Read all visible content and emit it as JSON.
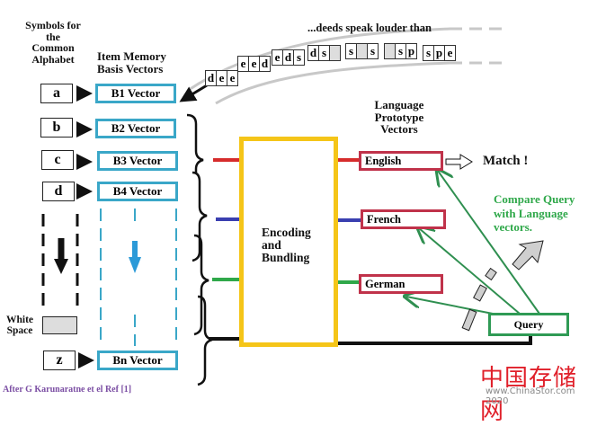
{
  "headers": {
    "symbols": "Symbols for the Common Alphabet",
    "item_memory": "Item Memory Basis Vectors",
    "language_prototype": "Language Prototype Vectors"
  },
  "text_stream": {
    "phrase": "...deeds speak louder than",
    "ngrams": [
      [
        "d",
        "e",
        "e"
      ],
      [
        "e",
        "e",
        "d"
      ],
      [
        "e",
        "d",
        "s"
      ],
      [
        "d",
        "s",
        " "
      ],
      [
        "s",
        " ",
        "s"
      ],
      [
        " ",
        "s",
        "p"
      ],
      [
        "s",
        "p",
        "e"
      ]
    ]
  },
  "symbols": [
    "a",
    "b",
    "c",
    "d",
    "z"
  ],
  "white_space_label": "White Space",
  "vectors": [
    "B1 Vector",
    "B2 Vector",
    "B3 Vector",
    "B4 Vector",
    "Bn Vector"
  ],
  "encoder": {
    "label": "Encoding and Bundling",
    "border_color": "#f5c518"
  },
  "languages": [
    {
      "name": "English",
      "line_color": "#d62c2c"
    },
    {
      "name": "French",
      "line_color": "#3a3fb0"
    },
    {
      "name": "German",
      "line_color": "#2fa84a"
    }
  ],
  "match_label": "Match !",
  "compare_label": "Compare Query with Language vectors.",
  "query_label": "Query",
  "credit": "After  G Karunaratne et el Ref [1]",
  "watermark": {
    "chinese": "中国存储网",
    "url": "www.ChinaStor.com 2020"
  },
  "colors": {
    "vector_border": "#3aa7c8",
    "language_border": "#c0324a",
    "compare_green": "#2fa84a",
    "credit_purple": "#7b4ea3",
    "watermark_red": "#e0202a"
  }
}
